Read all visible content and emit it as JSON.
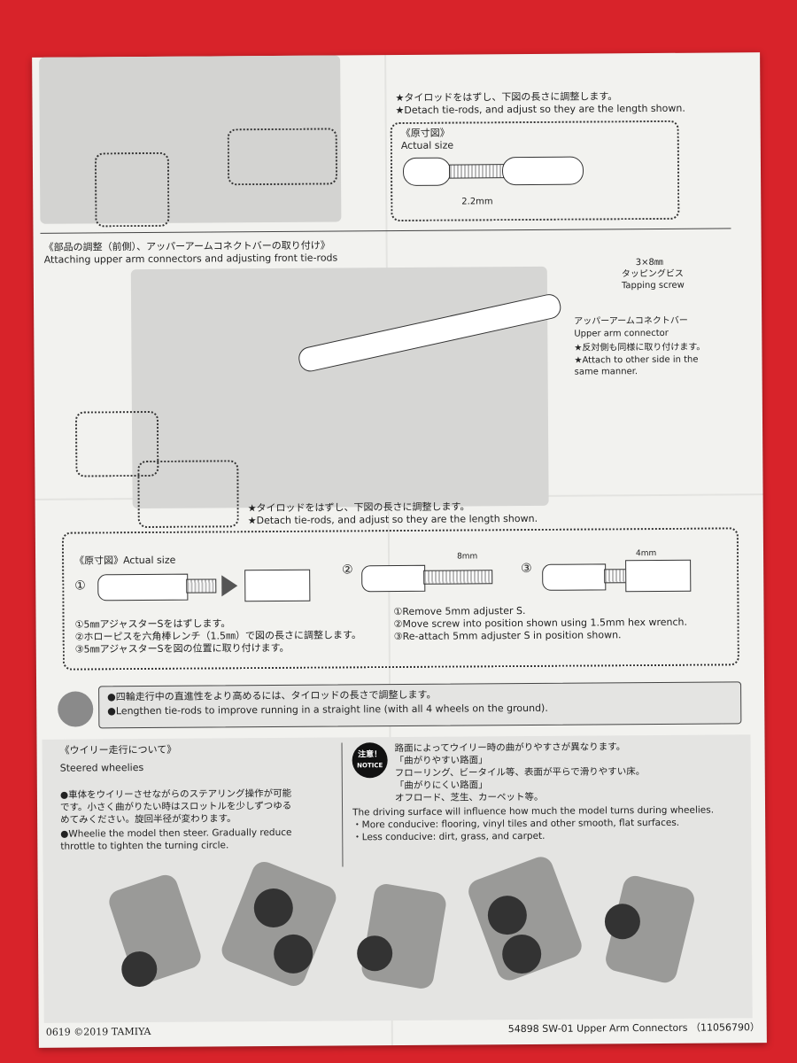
{
  "top": {
    "detach_jp": "★タイロッドをはずし、下図の長さに調整します。",
    "detach_en": "★Detach tie-rods, and adjust so they are the length shown.",
    "actual_jp": "《原寸図》",
    "actual_en": "Actual size",
    "dim": "2.2mm"
  },
  "section2": {
    "title_jp": "《部品の調整（前側）、アッパーアームコネクトバーの取り付け》",
    "title_en": "Attaching upper arm connectors and adjusting front tie-rods",
    "screw_size": "3×8㎜",
    "screw_jp": "タッピングビス",
    "screw_en": "Tapping screw",
    "connector_jp": "アッパーアームコネクトバー",
    "connector_en": "Upper arm connector",
    "other_side_jp": "★反対側も同様に取り付けます。",
    "other_side_en_1": "★Attach to other side in the",
    "other_side_en_2": "same manner.",
    "detach_jp": "★タイロッドをはずし、下図の長さに調整します。",
    "detach_en": "★Detach tie-rods, and adjust so they are the length shown."
  },
  "actual_box": {
    "title": "《原寸図》Actual size",
    "n1": "①",
    "n2": "②",
    "n3": "③",
    "dim8": "8mm",
    "dim4": "4mm",
    "jp1": "①5㎜アジャスターSをはずします。",
    "jp2": "②ホローピスを六角棒レンチ（1.5㎜）で図の長さに調整します。",
    "jp3": "③5㎜アジャスターSを図の位置に取り付けます。",
    "en1": "①Remove 5mm adjuster S.",
    "en2": "②Move screw into position shown using 1.5mm hex wrench.",
    "en3": "③Re-attach 5mm adjuster S in position shown."
  },
  "tip": {
    "jp": "●四輪走行中の直進性をより高めるには、タイロッドの長さで調整します。",
    "en": "●Lengthen tie-rods to improve running in a straight line (with all 4 wheels on the ground)."
  },
  "wheelie": {
    "title_jp": "《ウイリー走行について》",
    "title_en": "Steered wheelies",
    "jp1": "●車体をウイリーさせながらのステアリング操作が可能",
    "jp2": "です。小さく曲がりたい時はスロットルを少しずつゆる",
    "jp3": "めてみください。旋回半径が変わります。",
    "en1": "●Wheelie the model then steer. Gradually reduce",
    "en2": "throttle to tighten the turning circle.",
    "notice_jp": "注意！",
    "notice_en": "NOTICE",
    "n_jp1": "路面によってウイリー時の曲がりやすさが異なります。",
    "n_jp2": "「曲がりやすい路面」",
    "n_jp3": "フローリング、ビータイル等、表面が平らで滑りやすい床。",
    "n_jp4": "「曲がりにくい路面」",
    "n_jp5": "オフロード、芝生、カーペット等。",
    "n_en1": "The driving surface will influence how much the model turns during wheelies.",
    "n_en2": "・More conducive: flooring, vinyl tiles and other smooth, flat surfaces.",
    "n_en3": "・Less conducive: dirt, grass, and carpet."
  },
  "footer": {
    "left": "0619 ©2019 TAMIYA",
    "right": "54898 SW-01 Upper Arm Connectors （11056790）"
  }
}
